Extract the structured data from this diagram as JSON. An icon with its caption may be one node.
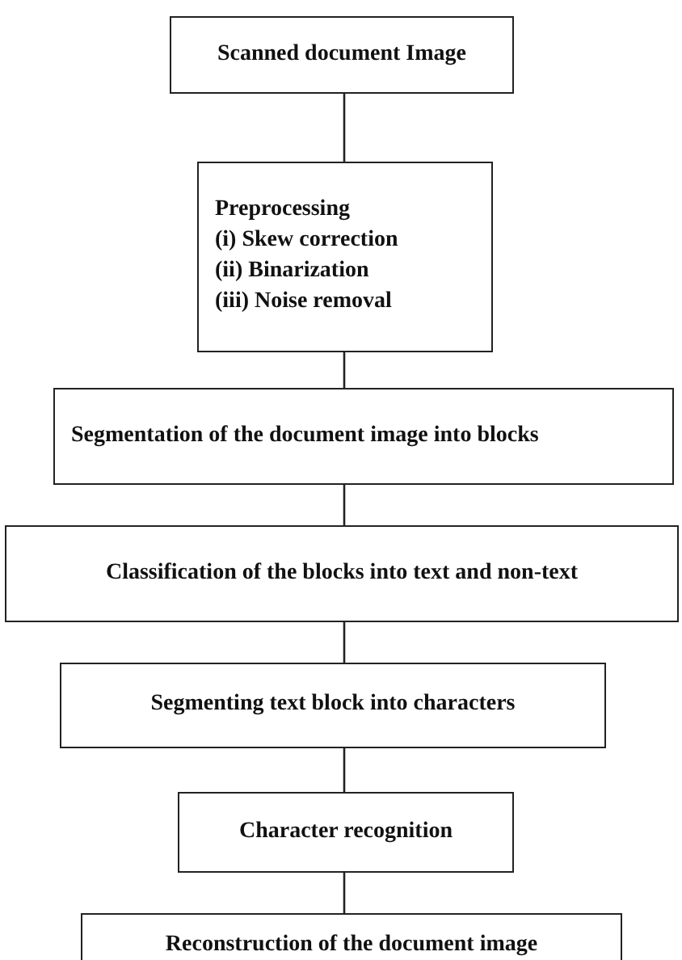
{
  "diagram": {
    "nodes": [
      {
        "text": [
          "Scanned document Image"
        ]
      },
      {
        "text": [
          "Preprocessing",
          "(i) Skew correction",
          "(ii) Binarization",
          "(iii) Noise removal"
        ]
      },
      {
        "text": [
          "Segmentation of the document image into blocks"
        ]
      },
      {
        "text": [
          "Classification of the blocks into text and non-text"
        ]
      },
      {
        "text": [
          "Segmenting text block into characters"
        ]
      },
      {
        "text": [
          "Character recognition"
        ]
      },
      {
        "text": [
          "Reconstruction of the document image"
        ]
      }
    ],
    "edges": [
      {
        "from": 0,
        "to": 1,
        "arrow": "none"
      },
      {
        "from": 1,
        "to": 2,
        "arrow": "none"
      },
      {
        "from": 2,
        "to": 3,
        "arrow": "none"
      },
      {
        "from": 3,
        "to": 4,
        "arrow": "none"
      },
      {
        "from": 4,
        "to": 5,
        "arrow": "none"
      },
      {
        "from": 5,
        "to": 6,
        "arrow": "none"
      }
    ]
  }
}
